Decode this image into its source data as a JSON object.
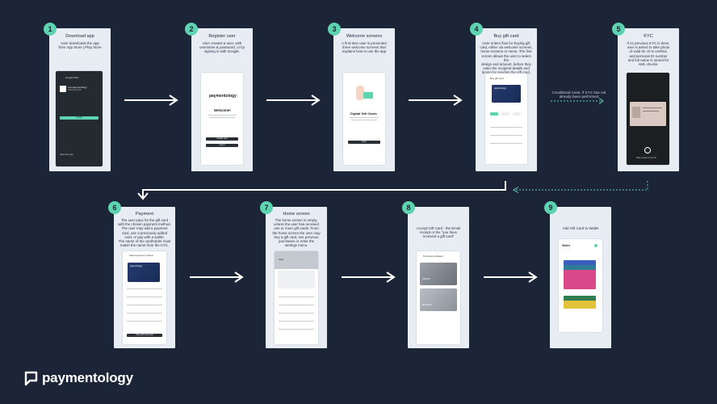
{
  "steps": [
    {
      "num": "1",
      "title": "Download app",
      "desc": "User downloads the app\nfrom App Store | Play Store"
    },
    {
      "num": "2",
      "title": "Register user",
      "desc": "User creates a user, with\nusername & password, or by\nsigning in with Google."
    },
    {
      "num": "3",
      "title": "Welcome screens",
      "desc": "A first-time user is presented\nthree welcome screens that\nexplains how to use the app"
    },
    {
      "num": "4",
      "title": "Buy gift card",
      "desc": "User enters flow for buying gift\ncard, either via welcome screens,\nhome screens or menu. The first\nscreen allows the user to select the\ndesign and amount, before they\nenter the  recipient details and\ntiming for sending the gift card."
    },
    {
      "num": "5",
      "title": "KYC",
      "desc": "If no previous KYC is done,\nuser is asked to take photo\nof valid ID. ID is verified,\nand personal ID number\nand full name is stored for\nAML checks."
    },
    {
      "num": "6",
      "title": "Payment",
      "desc": "The user pays for the gift card\nwith the chosen payment method.\nThe user may add a payment\ncard, use a previously added\ncard, or pay with a wallet.\nThe name of the cardholder must\nmatch the name from the KYC."
    },
    {
      "num": "7",
      "title": "Home screen",
      "desc": "The home screen is empty,\nunless the user has received\none or more gift cards. From\nthe home screen the user may\nbuy a gift card, see previous\npurchases or enter the\nsettings menu."
    },
    {
      "num": "8",
      "title": "",
      "desc": "Accept Gift Card - the Email\nreceipt or the \"you have\nreceived a gift card\""
    },
    {
      "num": "9",
      "title": "",
      "desc": "Add Gift Card to Wallet"
    }
  ],
  "conditional_note": "Conditional route: If KYC has not\nalready been performed",
  "brand": {
    "name": "paymentology"
  },
  "screens": {
    "play_store": {
      "bar": "Google Play",
      "app_name": "com.paymentology",
      "app_sub": "Shopping Mall",
      "install": "Install",
      "about": "About this app"
    },
    "register": {
      "logo": "paymentology",
      "welcome": "Welcome!",
      "create": "Create user",
      "login": "Log in"
    },
    "welcome": {
      "title": "Digital Gift Cards",
      "next": "Next"
    },
    "buy": {
      "header": "Buy gift card",
      "card_label": "paymentology"
    },
    "kyc": {
      "caption": "Take a photo of your ID"
    },
    "payment": {
      "header": "Select payment method",
      "card_label": "paymentology",
      "pay": "Pay and next card"
    },
    "home": {
      "header": "Start"
    },
    "accept": {
      "header": "Previous purchases",
      "amount1": "$100.00",
      "amount2": "$2,000.00"
    },
    "wallet": {
      "header": "Wallet"
    }
  },
  "colors": {
    "background": "#1b2537",
    "badge": "#5ed3b0",
    "card": "#e8edf4",
    "arrow": "#ffffff",
    "dotted": "#5ed3b0"
  }
}
